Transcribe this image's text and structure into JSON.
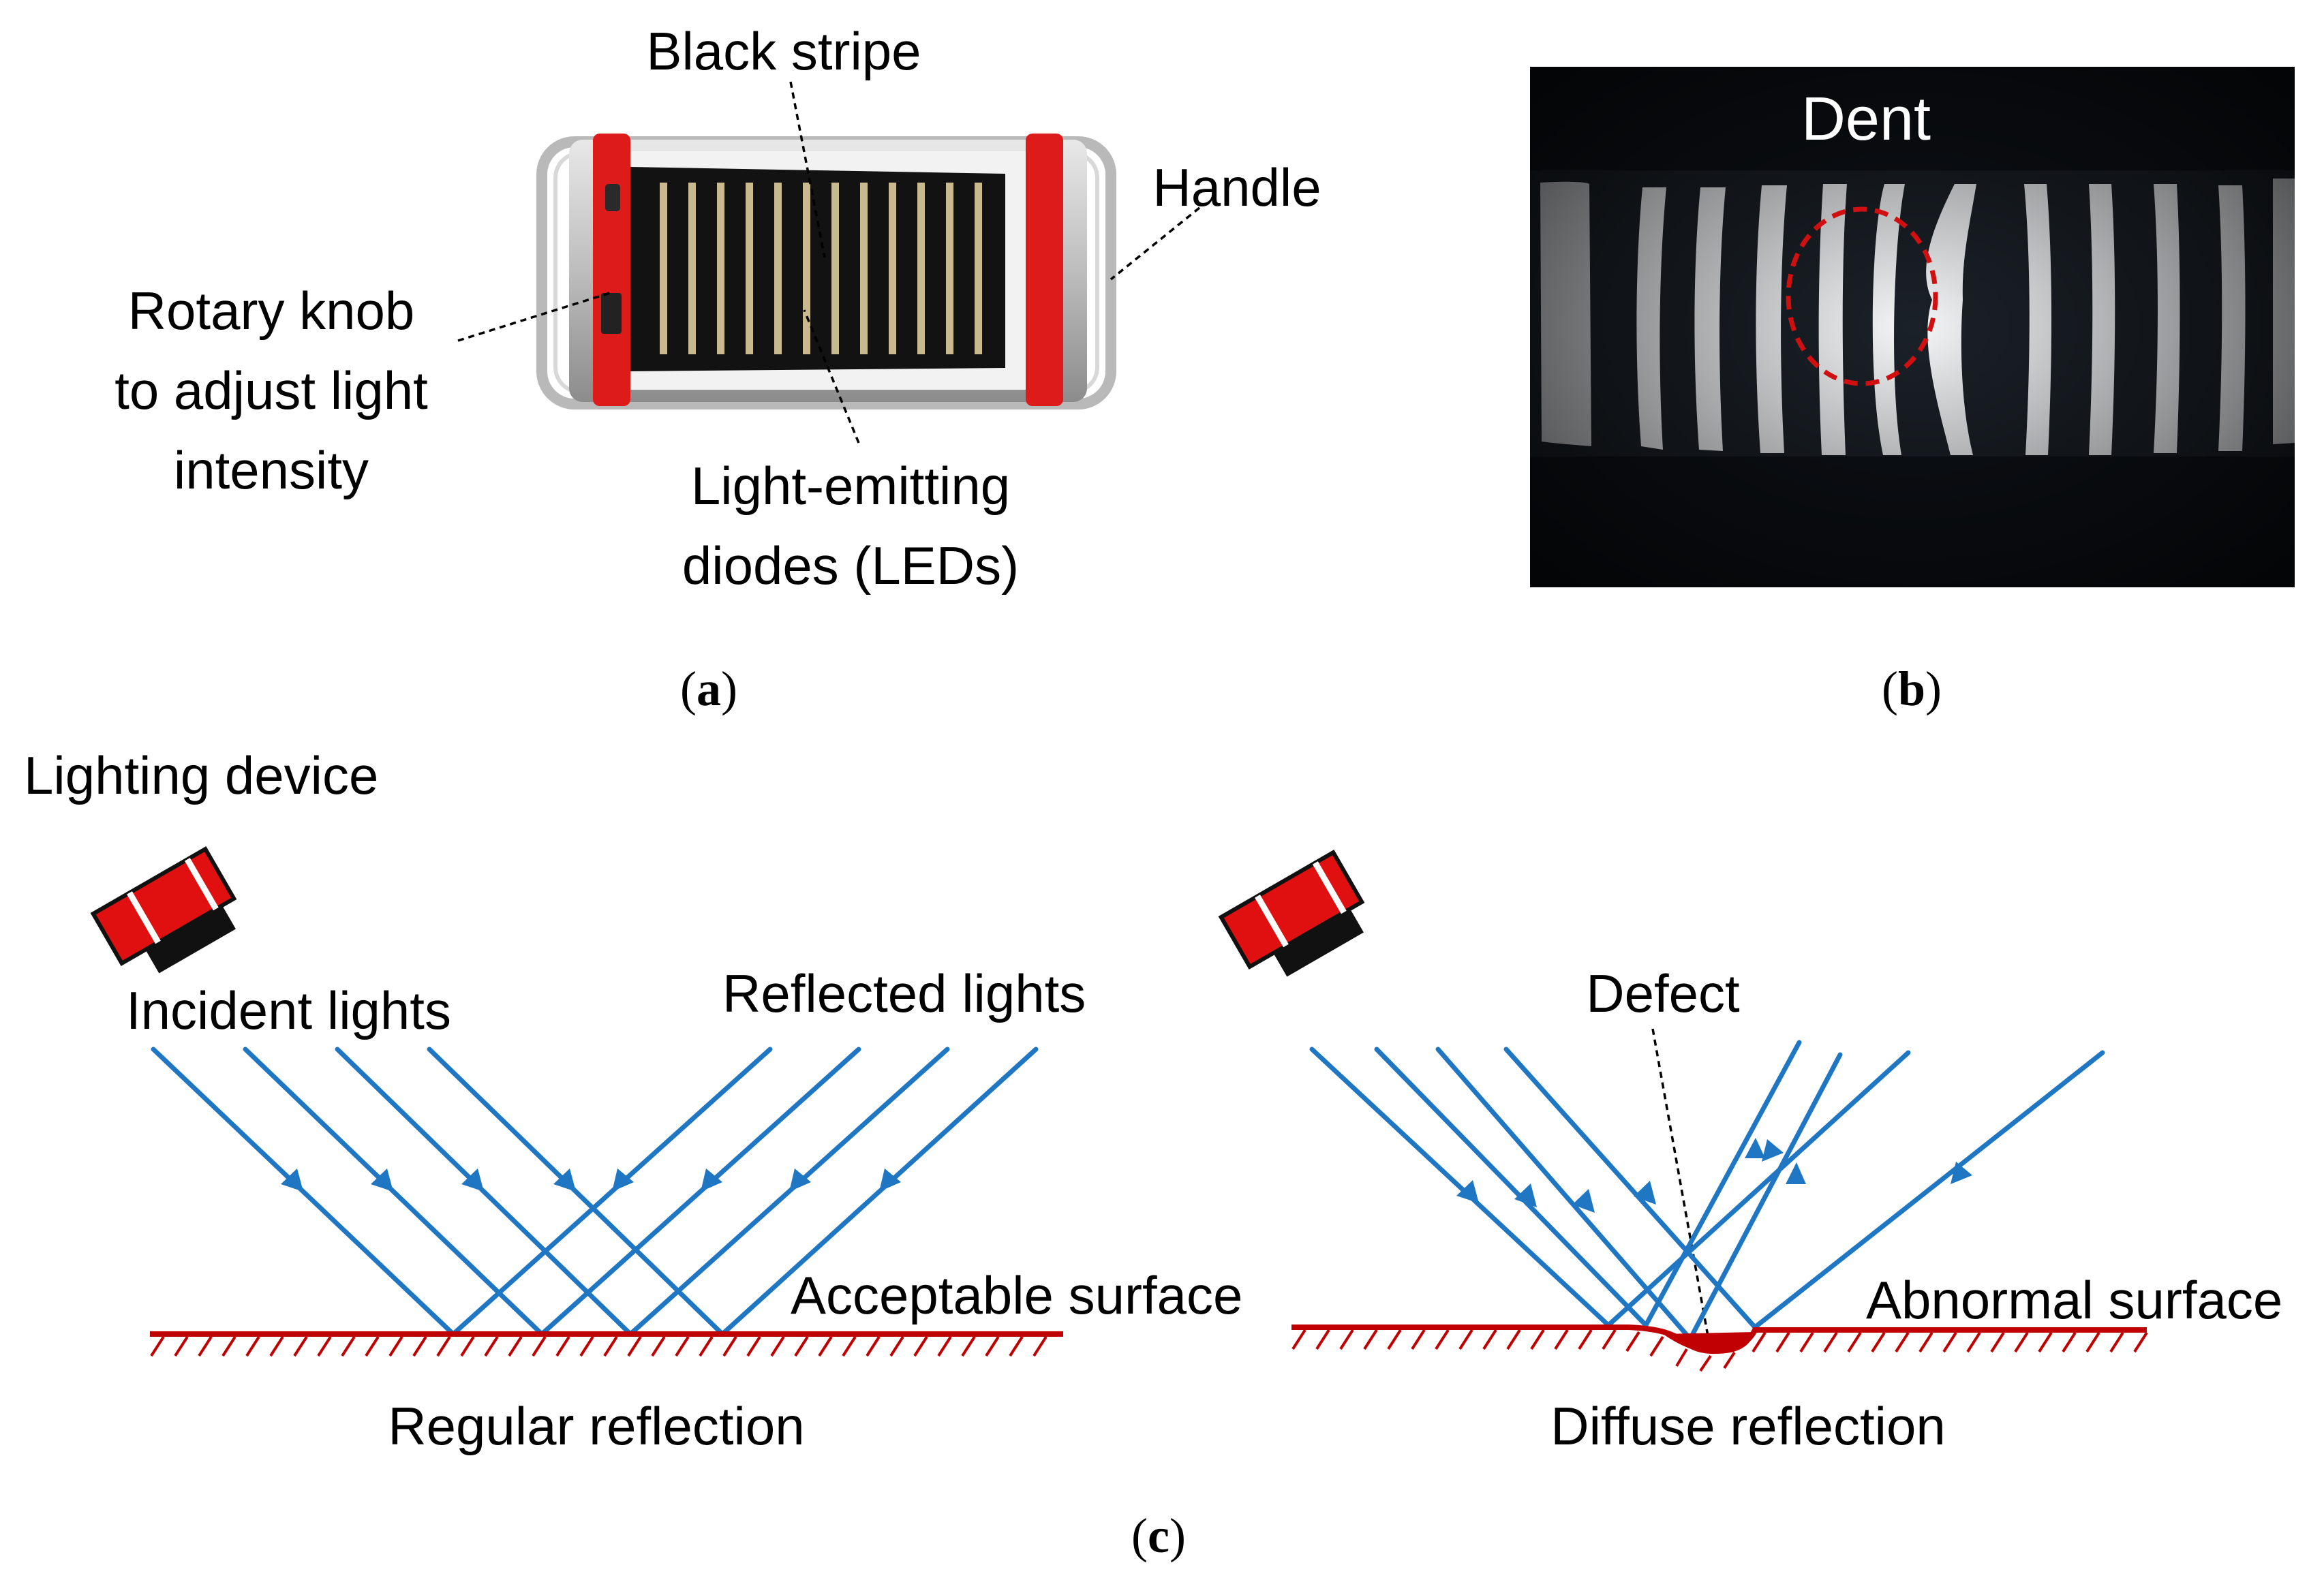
{
  "panel_a": {
    "caption_letter": "a",
    "black_stripe": "Black stripe",
    "handle": "Handle",
    "knob_line1": "Rotary knob",
    "knob_line2": "to adjust light",
    "knob_line3": "intensity",
    "led_line1": "Light-emitting",
    "led_line2": "diodes (LEDs)"
  },
  "panel_b": {
    "caption_letter": "b",
    "dent": "Dent"
  },
  "panel_c": {
    "caption_letter": "c",
    "lighting_device": "Lighting device",
    "incident": "Incident lights",
    "reflected": "Reflected lights",
    "acceptable": "Acceptable surface",
    "regular": "Regular reflection",
    "defect": "Defect",
    "abnormal": "Abnormal surface",
    "diffuse": "Diffuse reflection"
  },
  "colors": {
    "ray": "#1f77c4",
    "surface": "#c00000",
    "device_red": "#e01010",
    "dent_circle": "#d01010"
  }
}
